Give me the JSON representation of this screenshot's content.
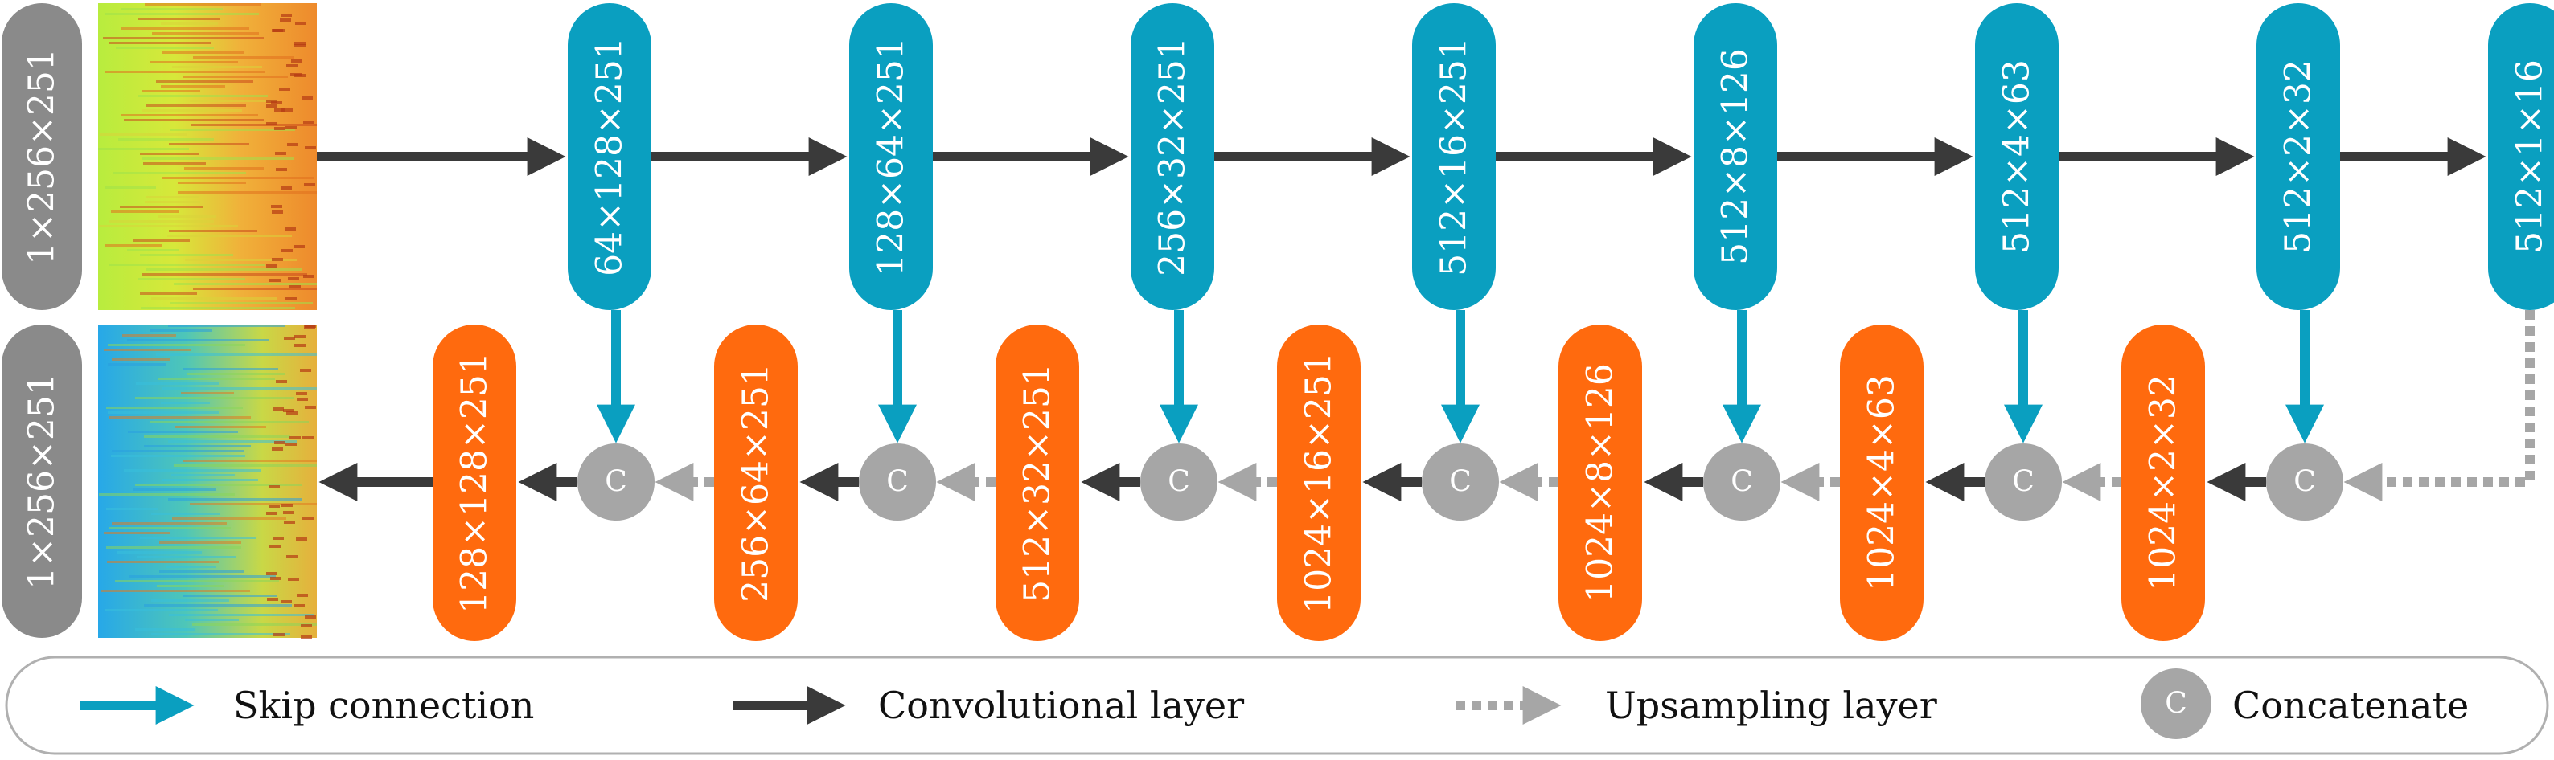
{
  "colors": {
    "encoder": "#0a9fc0",
    "decoder": "#ff6a0e",
    "input": "#8a8a8a",
    "concat": "#a6a6a6",
    "conv_arrow": "#3a3a3a",
    "skip_arrow": "#0a9fc0",
    "upsample_arrow": "#a6a6a6"
  },
  "input_label": "1×256×251",
  "output_label": "1×256×251",
  "encoder": [
    "64×128×251",
    "128×64×251",
    "256×32×251",
    "512×16×251",
    "512×8×126",
    "512×4×63",
    "512×2×32",
    "512×1×16"
  ],
  "decoder": [
    "128×128×251",
    "256×64×251",
    "512×32×251",
    "1024×16×251",
    "1024×8×126",
    "1024×4×63",
    "1024×2×32"
  ],
  "concat_symbol": "C",
  "legend": {
    "skip": "Skip connection",
    "conv": "Convolutional layer",
    "upsample": "Upsampling layer",
    "concat": "Concatenate",
    "concat_symbol": "C"
  }
}
